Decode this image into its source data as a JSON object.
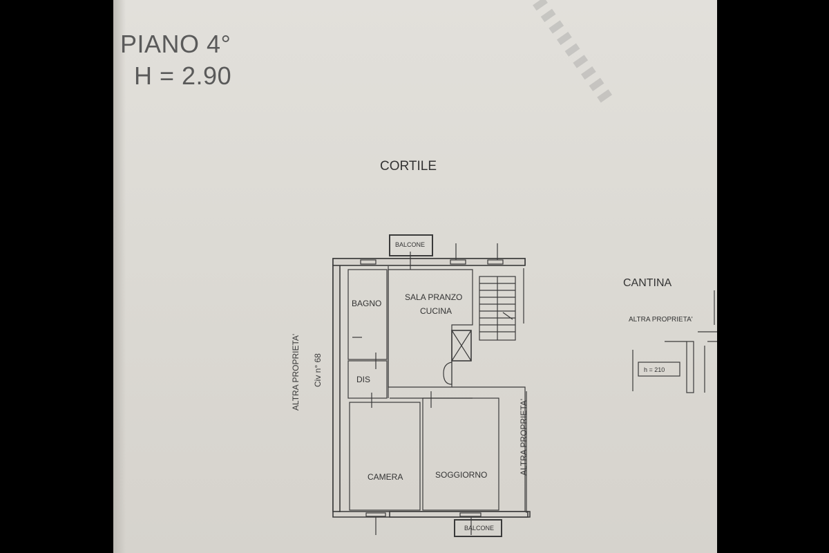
{
  "header": {
    "floor": "PIANO 4°",
    "height": "H = 2.90"
  },
  "plan": {
    "courtyard": "CORTILE",
    "rooms": {
      "balcone_top": "BALCONE",
      "bagno": "BAGNO",
      "sala_line1": "SALA PRANZO",
      "sala_line2": "CUCINA",
      "dis": "DIS",
      "camera": "CAMERA",
      "soggiorno": "SOGGIORNO",
      "balcone_bottom": "BALCONE"
    },
    "left_neighbor": "ALTRA PROPRIETA'",
    "civic_number": "Civ n° 68",
    "right_neighbor": "ALTRA PROPRIETA'"
  },
  "cellar": {
    "title": "CANTINA",
    "neighbor": "ALTRA PROPRIETA'",
    "height": "h = 210"
  }
}
